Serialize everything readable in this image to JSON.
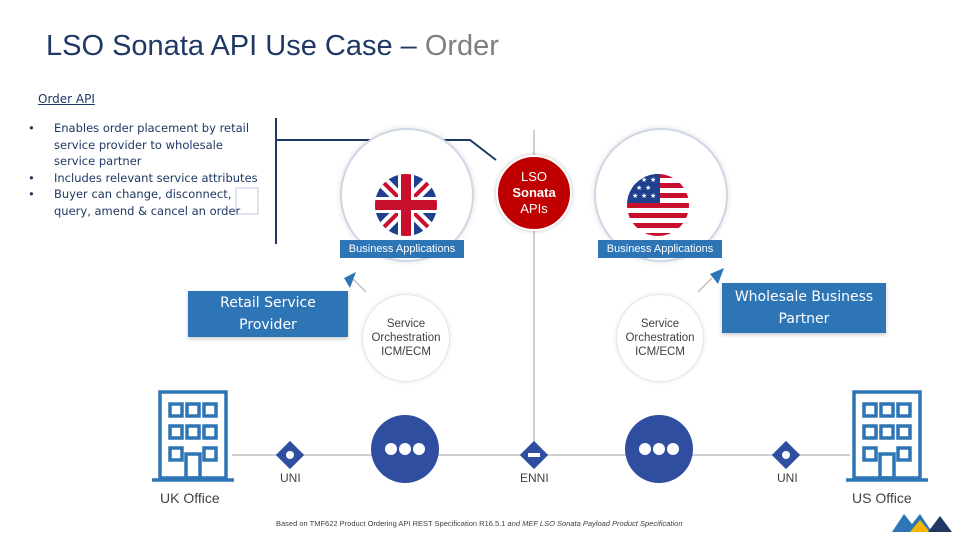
{
  "title": {
    "main": "LSO Sonata API Use Case – ",
    "accent": "Order"
  },
  "order_api": "Order API",
  "bullets": [
    "Enables order placement by retail service provider to wholesale service partner",
    "Includes relevant service attributes",
    "Buyer can change, disconnect, query, amend & cancel an order"
  ],
  "lso": {
    "line1": "LSO",
    "line2": "Sonata",
    "line3": "APIs"
  },
  "business_apps_left": "Business Applications",
  "business_apps_right": "Business Applications",
  "retail_box": "Retail Service Provider",
  "wholesale_box": "Wholesale Business Partner",
  "orch_left": {
    "line1": "Service",
    "line2": "Orchestration",
    "line3": "ICM/ECM"
  },
  "orch_right": {
    "line1": "Service",
    "line2": "Orchestration",
    "line3": "ICM/ECM"
  },
  "uni_left": "UNI",
  "enni": "ENNI",
  "uni_right": "UNI",
  "uk_office": "UK Office",
  "us_office": "US Office",
  "footnote": {
    "main": "Based on TMF622 Product Ordering API REST Specification R16.5.1",
    "italic": "and MEF LSO Sonata Payload Product Specification"
  },
  "colors": {
    "navy": "#1f3864",
    "blue": "#2e75b6",
    "dark_blue": "#2f4ea0",
    "red": "#c00000"
  },
  "icons": [
    "uk-flag-icon",
    "us-flag-icon",
    "building-icon",
    "interface-node-icon",
    "network-dots-icon",
    "mef-logo-icon"
  ]
}
